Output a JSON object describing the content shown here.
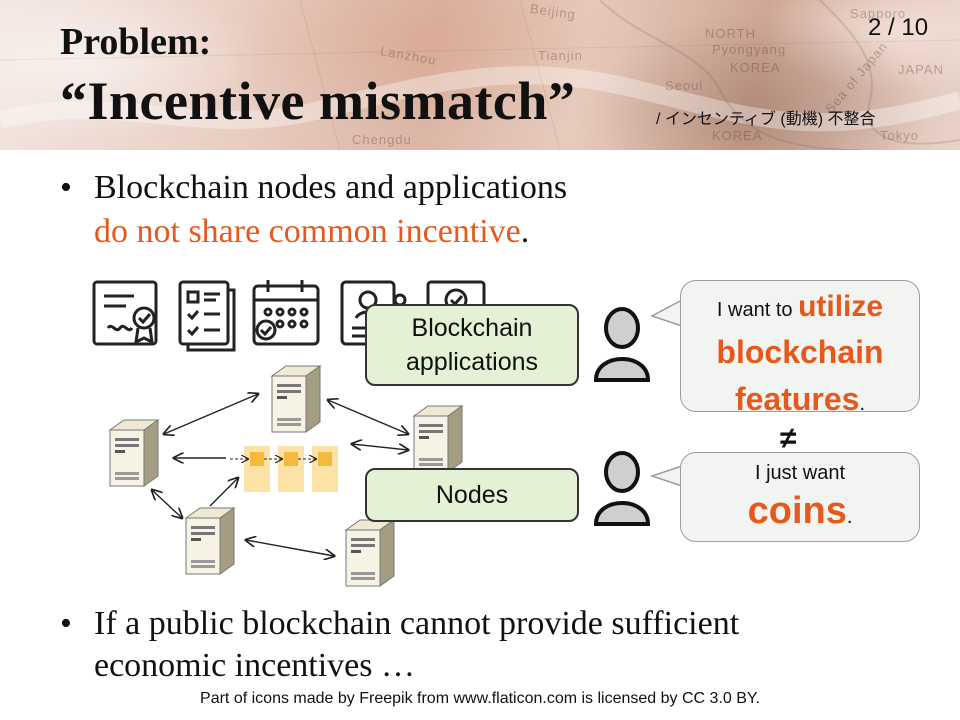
{
  "header": {
    "title_line1": "Problem:",
    "title_line2": "“Incentive mismatch”",
    "subtitle_jp": "/ インセンティブ (動機) 不整合",
    "page_number": "2 / 10",
    "map_labels": [
      "Beijing",
      "NORTH",
      "Pyongyang",
      "KOREA",
      "JAPAN",
      "Lanzhou",
      "Tianjin",
      "Seoul",
      "KOREA",
      "Chengdu",
      "Tokyo",
      "Sea of Japan",
      "Sapporo"
    ]
  },
  "bullets": {
    "first_line1": "Blockchain nodes and applications",
    "first_line2_accent": "do not share common incentive",
    "first_line2_end": ".",
    "second_line1": "If a public blockchain cannot provide sufficient",
    "second_line2": "economic incentives …",
    "marker": "•"
  },
  "diagram": {
    "applications_label_1": "Blockchain",
    "applications_label_2": "applications",
    "nodes_label": "Nodes",
    "icons": [
      "certificate-icon",
      "checklist-icon",
      "calendar-icon",
      "id-card-icon",
      "verified-document-icon"
    ]
  },
  "bubbles": {
    "top_prefix": "I want to ",
    "top_big_1": "utilize",
    "top_big_2": "blockchain",
    "top_big_3": "features",
    "top_suffix": ".",
    "bottom_line1": "I just want",
    "bottom_big": "coins",
    "bottom_suffix": ".",
    "not_equal": "≠"
  },
  "footer": {
    "credit": "Part of icons made by Freepik from www.flaticon.com is licensed by CC 3.0 BY."
  },
  "colors": {
    "accent": "#e55a1c",
    "label_box_fill": "#e3f1d4",
    "bubble_fill": "#f2f4f1",
    "block_fill": "#fde2a8",
    "block_core": "#f5b93c"
  }
}
